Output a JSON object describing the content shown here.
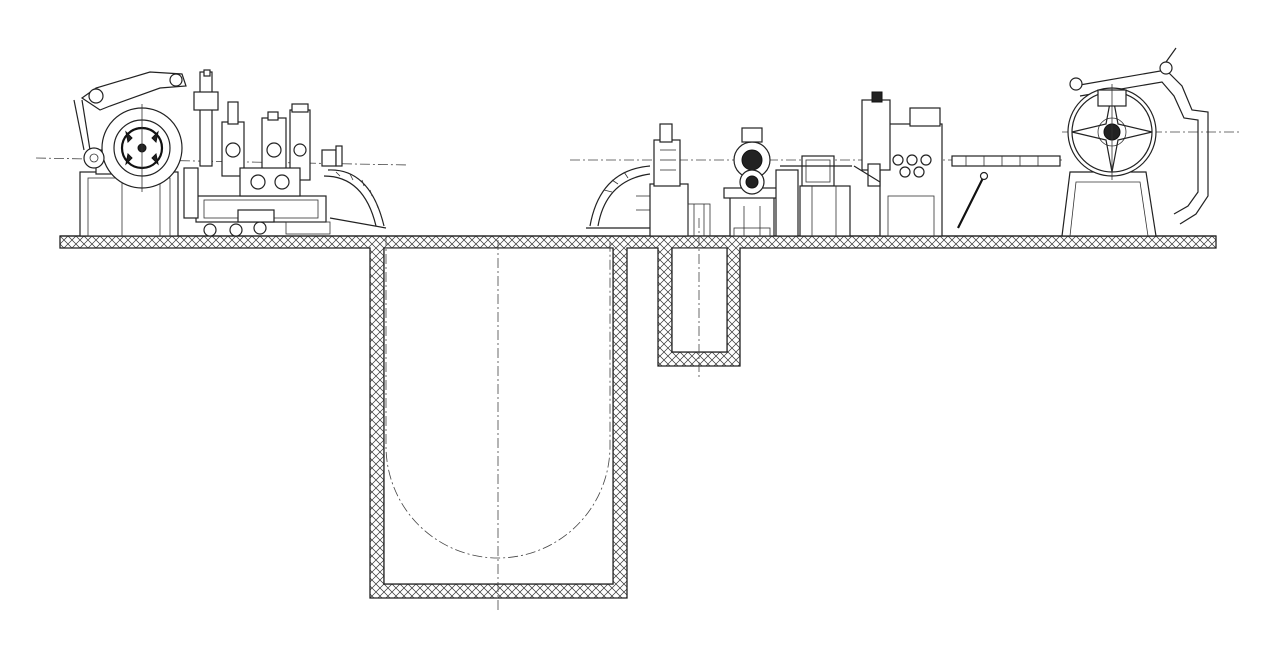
{
  "diagram": {
    "kind": "slitting line elevation drawing",
    "colors": {
      "line": "#222222",
      "background": "#ffffff",
      "hatch": "#333333"
    },
    "components": [
      "recoiler",
      "separator-unit",
      "tension-stand",
      "left-loop-guide",
      "looping-pit",
      "right-loop-guide",
      "scrap-pit",
      "side-trimmer",
      "slitter",
      "edge-guide",
      "straightener",
      "entry-table",
      "uncoiler"
    ]
  }
}
